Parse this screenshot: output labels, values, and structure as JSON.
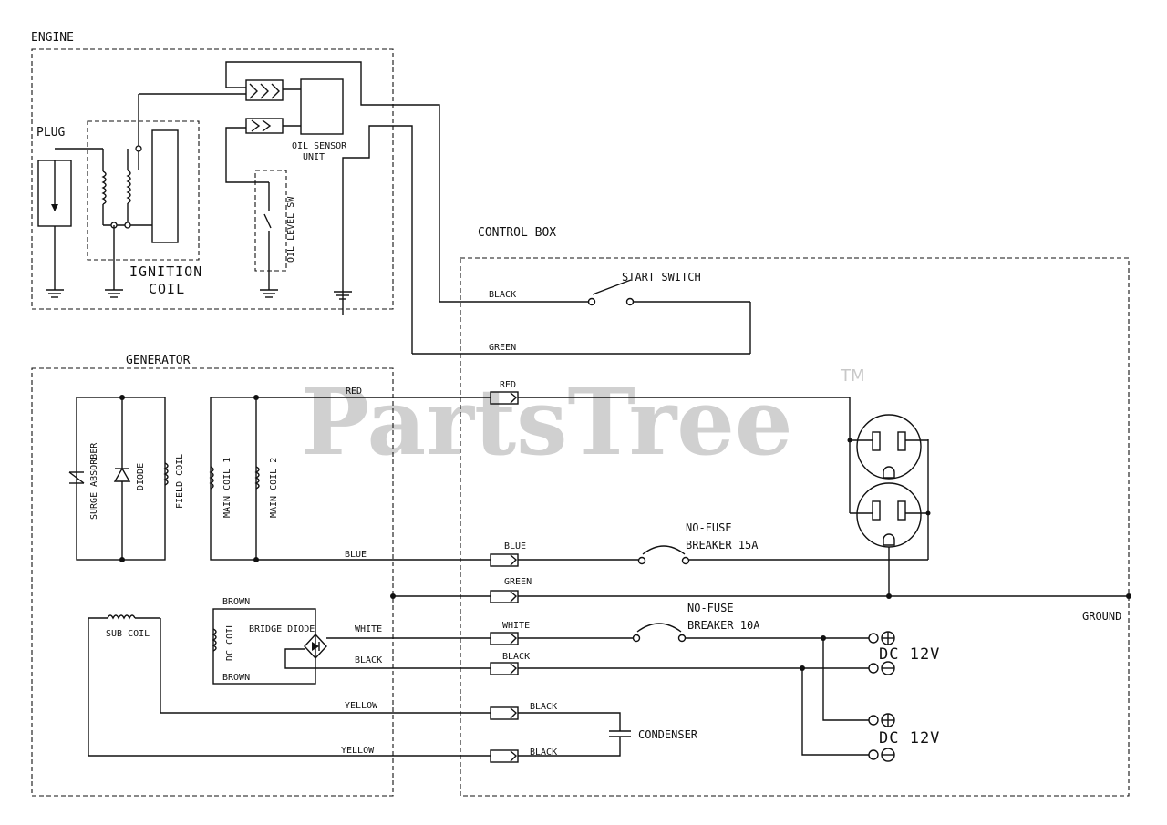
{
  "watermark": {
    "text": "PartsTree",
    "mark": "TM"
  },
  "sections": {
    "engine": "ENGINE",
    "control_box": "CONTROL BOX",
    "generator": "GENERATOR"
  },
  "components": {
    "plug": "PLUG",
    "ignition_coil_line1": "IGNITION",
    "ignition_coil_line2": "COIL",
    "oil_sensor_line1": "OIL SENSOR",
    "oil_sensor_line2": "UNIT",
    "oil_level_sw": "OIL LEVEL SW",
    "start_switch": "START SWITCH",
    "surge_absorber": "SURGE ABSORBER",
    "diode": "DIODE",
    "field_coil": "FIELD COIL",
    "main_coil_1": "MAIN COIL 1",
    "main_coil_2": "MAIN COIL 2",
    "sub_coil": "SUB COIL",
    "dc_coil": "DC COIL",
    "bridge_diode": "BRIDGE DIODE",
    "breaker_15a_line1": "NO-FUSE",
    "breaker_15a_line2": "BREAKER 15A",
    "breaker_10a_line1": "NO-FUSE",
    "breaker_10a_line2": "BREAKER 10A",
    "condenser": "CONDENSER",
    "ground": "GROUND",
    "dc_12v_top": "DC 12V",
    "dc_12v_bottom": "DC 12V"
  },
  "wires": {
    "black_start": "BLACK",
    "green_start": "GREEN",
    "red_main": "RED",
    "red_connector": "RED",
    "blue_main": "BLUE",
    "blue_connector": "BLUE",
    "green_ground": "GREEN",
    "brown_top": "BROWN",
    "brown_bottom": "BROWN",
    "white_gen": "WHITE",
    "white_connector": "WHITE",
    "black_gen": "BLACK",
    "black_connector": "BLACK",
    "yellow_1": "YELLOW",
    "black_cond_1": "BLACK",
    "yellow_2": "YELLOW",
    "black_cond_2": "BLACK"
  }
}
